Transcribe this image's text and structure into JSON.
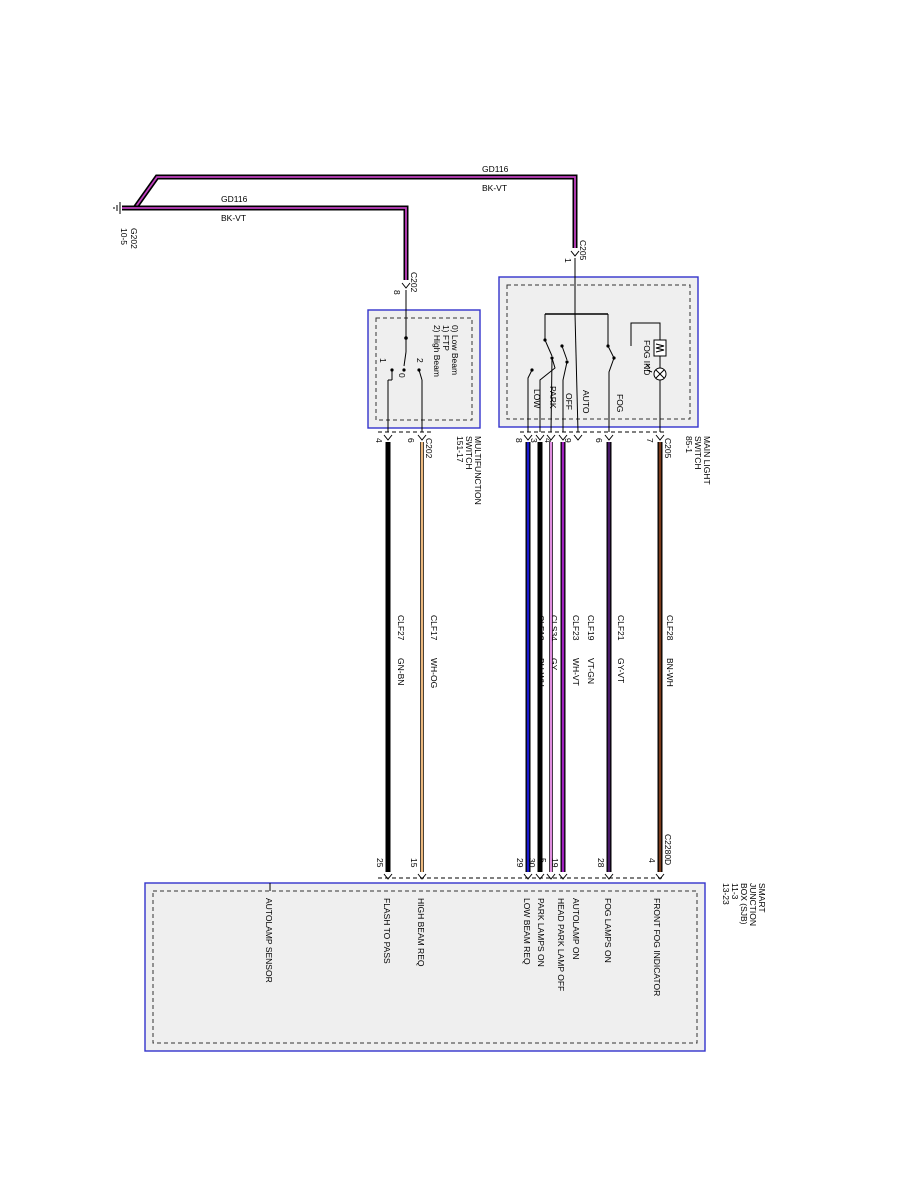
{
  "ground": {
    "id": "G202",
    "ref": "10-5",
    "wire_upper": {
      "circuit": "GD116",
      "color": "BK-VT"
    },
    "wire_lower": {
      "circuit": "GD116",
      "color": "BK-VT"
    }
  },
  "multifunction_switch": {
    "title_lines": [
      "MULTIFUNCTION",
      "SWITCH",
      "151-17"
    ],
    "connector": "C202",
    "top_pin": "8",
    "bottom_pins": [
      "4",
      "6"
    ],
    "bottom_connector": "C202",
    "positions": [
      "0) Low Beam",
      "1) FTP",
      "2) High Beam"
    ],
    "contact_labels": [
      "1",
      "2",
      "0"
    ]
  },
  "main_light_switch": {
    "title_lines": [
      "MAIN LIGHT",
      "SWITCH",
      "85-1"
    ],
    "connector": "C205",
    "top_pin": "1",
    "bottom_pins": [
      "8",
      "3",
      "4",
      "9",
      "6",
      "7"
    ],
    "bottom_connector": "C205",
    "positions": [
      "LOW",
      "PARK",
      "OFF",
      "AUTO",
      "FOG"
    ],
    "indicator": "FOG IND"
  },
  "wires": [
    {
      "circuit": "CLF27",
      "color": "GN-BN",
      "from_pin": "4",
      "to_pin": "25",
      "hex": "#000000"
    },
    {
      "circuit": "CLF17",
      "color": "WH-OG",
      "from_pin": "6",
      "to_pin": "15",
      "hex": "#e08a2a"
    },
    {
      "circuit": "CLF18",
      "color": "BU-WH",
      "from_pin": "8",
      "to_pin": "29",
      "hex": "#1a1ad0"
    },
    {
      "circuit": "CLS34",
      "color": "GY",
      "from_pin": "3",
      "to_pin": "30",
      "hex": "#000000"
    },
    {
      "circuit": "CLF23",
      "color": "WH-VT",
      "from_pin": "4",
      "to_pin": "5",
      "hex": "#cc44cc"
    },
    {
      "circuit": "CLF19",
      "color": "VT-GN",
      "from_pin": "9",
      "to_pin": "19",
      "hex": "#a020c0"
    },
    {
      "circuit": "CLF21",
      "color": "GY-VT",
      "from_pin": "6",
      "to_pin": "28",
      "hex": "#4a1a6a"
    },
    {
      "circuit": "CLF28",
      "color": "BN-WH",
      "from_pin": "7",
      "to_pin": "4",
      "hex": "#7a3a1a"
    }
  ],
  "sjb": {
    "title_lines": [
      "SMART",
      "JUNCTION",
      "BOX (SJB)",
      "11-3",
      "13-23"
    ],
    "connector_d": "C2280D",
    "inputs": [
      "FRONT FOG INDICATOR",
      "FOG LAMPS ON",
      "AUTOLAMP ON",
      "HEAD PARK LAMP OFF",
      "PARK LAMPS ON",
      "LOW BEAM REQ",
      "HIGH BEAM REQ",
      "FLASH TO PASS",
      "AUTOLAMP SENSOR"
    ]
  }
}
